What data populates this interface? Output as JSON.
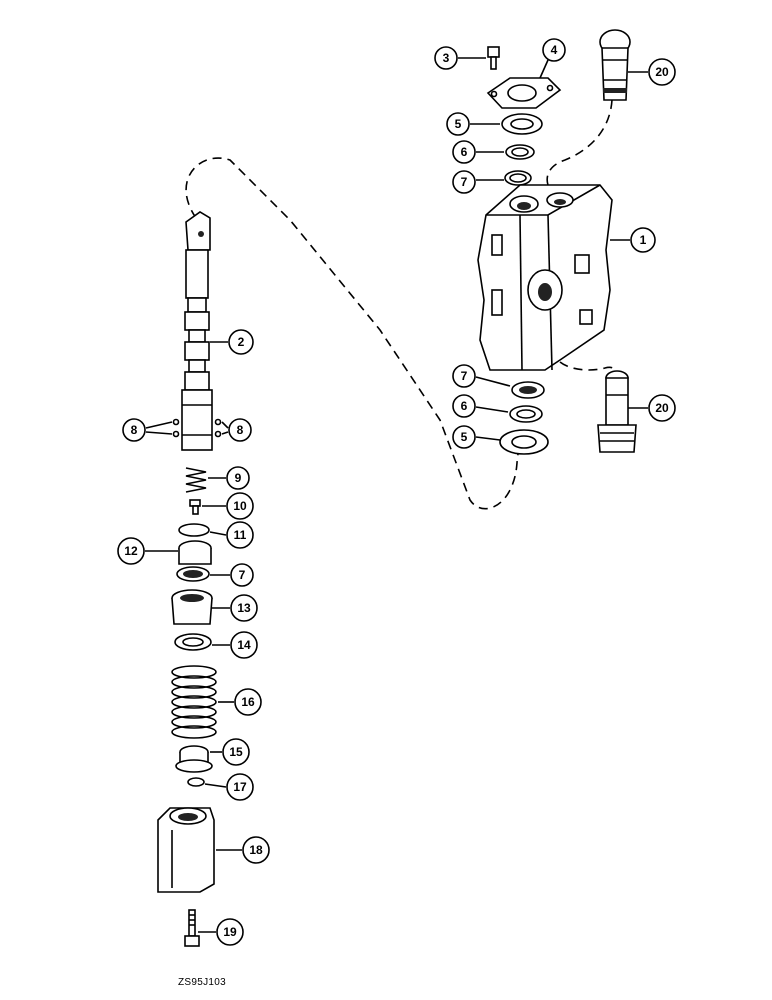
{
  "diagram": {
    "caption": "ZS95J103",
    "callouts": [
      {
        "id": "c3",
        "label": "3"
      },
      {
        "id": "c4",
        "label": "4"
      },
      {
        "id": "c20a",
        "label": "20"
      },
      {
        "id": "c5a",
        "label": "5"
      },
      {
        "id": "c6a",
        "label": "6"
      },
      {
        "id": "c7a",
        "label": "7"
      },
      {
        "id": "c1",
        "label": "1"
      },
      {
        "id": "c2",
        "label": "2"
      },
      {
        "id": "c7b",
        "label": "7"
      },
      {
        "id": "c6b",
        "label": "6"
      },
      {
        "id": "c5b",
        "label": "5"
      },
      {
        "id": "c20b",
        "label": "20"
      },
      {
        "id": "c8a",
        "label": "8"
      },
      {
        "id": "c8b",
        "label": "8"
      },
      {
        "id": "c9",
        "label": "9"
      },
      {
        "id": "c10",
        "label": "10"
      },
      {
        "id": "c11",
        "label": "11"
      },
      {
        "id": "c12",
        "label": "12"
      },
      {
        "id": "c7c",
        "label": "7"
      },
      {
        "id": "c13",
        "label": "13"
      },
      {
        "id": "c14",
        "label": "14"
      },
      {
        "id": "c16",
        "label": "16"
      },
      {
        "id": "c15",
        "label": "15"
      },
      {
        "id": "c17",
        "label": "17"
      },
      {
        "id": "c18",
        "label": "18"
      },
      {
        "id": "c19",
        "label": "19"
      }
    ]
  }
}
